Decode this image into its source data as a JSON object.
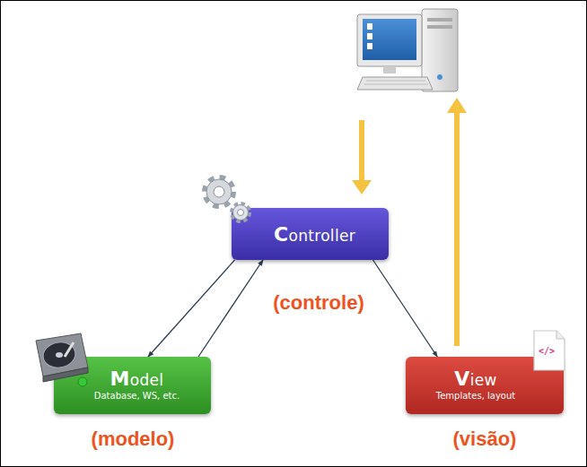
{
  "diagram": {
    "nodes": [
      {
        "text": [
          "Controller"
        ]
      },
      {
        "text": [
          "Model",
          "Database, WS, etc."
        ]
      },
      {
        "text": [
          "View",
          "Templates, layout"
        ]
      }
    ],
    "edges": [
      {
        "from": 0,
        "to": 1,
        "arrow": "to"
      },
      {
        "from": 1,
        "to": 0,
        "arrow": "to"
      },
      {
        "from": 0,
        "to": 2,
        "arrow": "to"
      }
    ],
    "labels": [
      "(controle)",
      "(modelo)",
      "(visão)",
      "</>"
    ]
  }
}
